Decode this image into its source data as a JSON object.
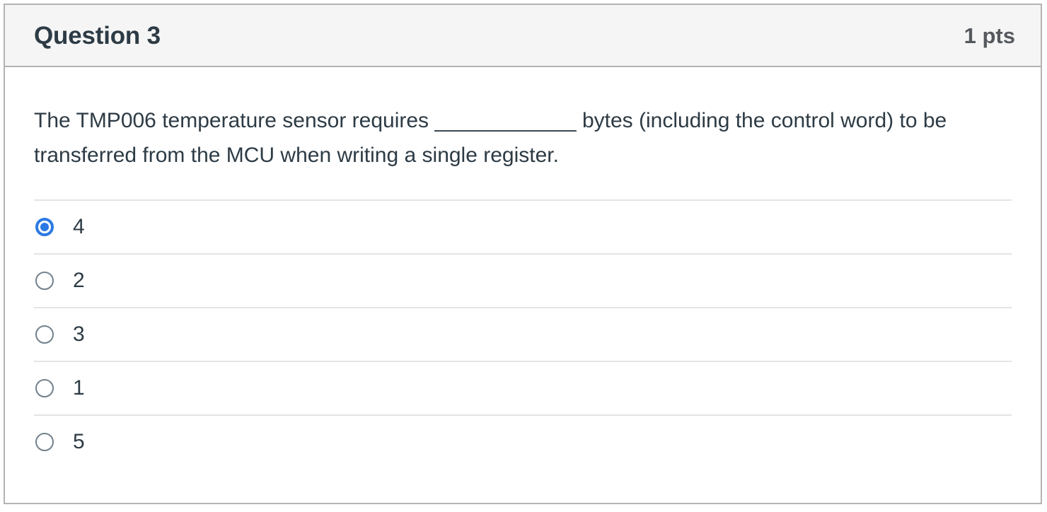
{
  "question": {
    "header": {
      "title": "Question 3",
      "points": "1 pts"
    },
    "text_part_1": "The TMP006 temperature sensor requires ",
    "blank": "____________",
    "text_part_2": " bytes (including the control word) to be transferred from the MCU when writing a single register.",
    "full_text": "The TMP006 temperature sensor requires ____________ bytes (including the control word) to be transferred from the MCU when writing a single register."
  },
  "answers": [
    {
      "label": "4",
      "selected": true
    },
    {
      "label": "2",
      "selected": false
    },
    {
      "label": "3",
      "selected": false
    },
    {
      "label": "1",
      "selected": false
    },
    {
      "label": "5",
      "selected": false
    }
  ],
  "colors": {
    "text": "#2d3b45",
    "header_background": "#f5f5f5",
    "card_border": "#b3b3b3",
    "divider": "#e3e4e6",
    "selected_radio": "#2b7ae3",
    "unselected_radio_border": "#73818c",
    "points_text": "#55595d"
  }
}
